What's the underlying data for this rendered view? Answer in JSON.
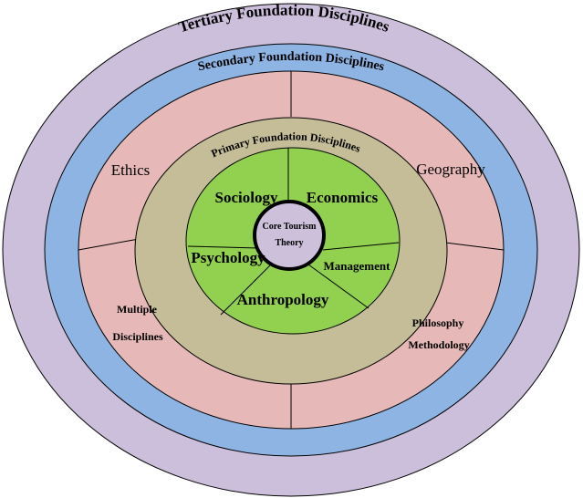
{
  "diagram": {
    "rings": {
      "tertiary": {
        "label": "Tertiary Foundation Disciplines",
        "color": "#ccbfdb"
      },
      "secondary": {
        "label": "Secondary Foundation Disciplines",
        "color": "#8eb4e3"
      },
      "secondary_fill": {
        "color": "#e6b9b8"
      },
      "primary": {
        "label": "Primary Foundation Disciplines",
        "color": "#c4bd97"
      },
      "core_fill": {
        "color": "#92d050"
      },
      "center": {
        "color": "#ccc0da"
      }
    },
    "secondary_disciplines": {
      "ethics": "Ethics",
      "geography": "Geography",
      "multiple_line1": "Multiple",
      "multiple_line2": "Disciplines",
      "philosophy_line1": "Philosophy",
      "philosophy_line2": "Methodology"
    },
    "primary_disciplines": {
      "sociology": "Sociology",
      "economics": "Economics",
      "psychology": "Psychology",
      "management": "Management",
      "anthropology": "Anthropology"
    },
    "center": {
      "line1": "Core Tourism",
      "line2": "Theory"
    }
  }
}
